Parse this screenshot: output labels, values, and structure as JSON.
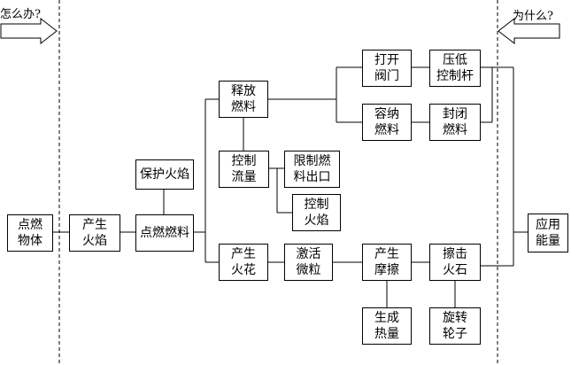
{
  "diagram": {
    "left_arrow_label": "怎么办?",
    "right_arrow_label": "为什么?",
    "nodes": {
      "ignite_object": "点燃\n物体",
      "produce_flame": "产生\n火焰",
      "ignite_fuel": "点燃燃料",
      "protect_flame": "保护火焰",
      "release_fuel": "释放\n燃料",
      "control_flow": "控制\n流量",
      "limit_fuel_outlet": "限制燃\n料出口",
      "control_flame": "控制\n火焰",
      "open_valve": "打开\n阀门",
      "press_lever": "压低\n控制杆",
      "contain_fuel": "容纳\n燃料",
      "seal_fuel": "封闭\n燃料",
      "produce_spark": "产生\n火花",
      "excite_particles": "激活\n微粒",
      "produce_friction": "产生\n摩擦",
      "strike_flint": "擦击\n火石",
      "generate_heat": "生成\n热量",
      "rotate_wheel": "旋转\n轮子",
      "apply_energy": "应用\n能量"
    }
  }
}
